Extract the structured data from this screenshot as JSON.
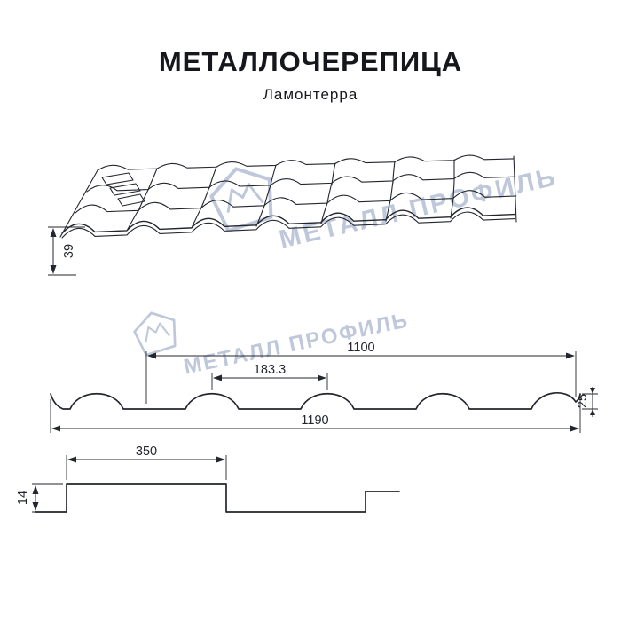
{
  "header": {
    "title": "МЕТАЛЛОЧЕРЕПИЦА",
    "subtitle": "Ламонтерра"
  },
  "watermark": {
    "text": "МЕТАЛЛ ПРОФИЛЬ"
  },
  "dimensions": {
    "eave_height": "39",
    "cover_width": "1100",
    "wave_pitch": "183.3",
    "profile_height": "25",
    "overall_width": "1190",
    "module_length": "350",
    "step_height": "14"
  },
  "colors": {
    "line": "#23262e",
    "watermark": "#b9c3d7"
  }
}
